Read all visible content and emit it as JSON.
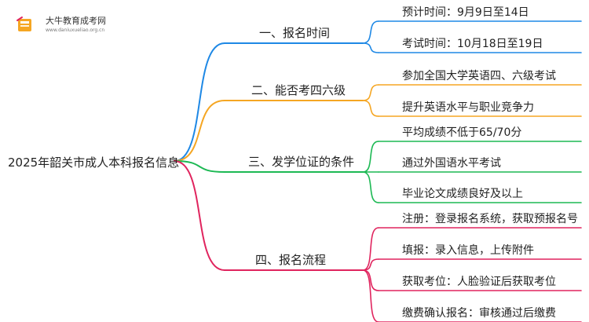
{
  "logo": {
    "name": "大牛教育成考网",
    "url": "www.daniuxueliao.org.cn"
  },
  "root": {
    "label": "2025年韶关市成人本科报名信息"
  },
  "branches": [
    {
      "label": "一、报名时间",
      "color": "#1E88E5",
      "children": [
        "预计时间：9月9日至14日",
        "考试时间：10月18日至19日"
      ]
    },
    {
      "label": "二、能否考四六级",
      "color": "#F5A623",
      "children": [
        "参加全国大学英语四、六级考试",
        "提升英语水平与职业竞争力"
      ]
    },
    {
      "label": "三、发学位证的条件",
      "color": "#1DB954",
      "children": [
        "平均成绩不低于65/70分",
        "通过外国语水平考试",
        "毕业论文成绩良好及以上"
      ]
    },
    {
      "label": "四、报名流程",
      "color": "#E0245E",
      "children": [
        "注册：登录报名系统，获取预报名号",
        "填报：录入信息，上传附件",
        "获取考位：人脸验证后获取考位",
        "缴费确认报名：审核通过后缴费"
      ]
    }
  ]
}
